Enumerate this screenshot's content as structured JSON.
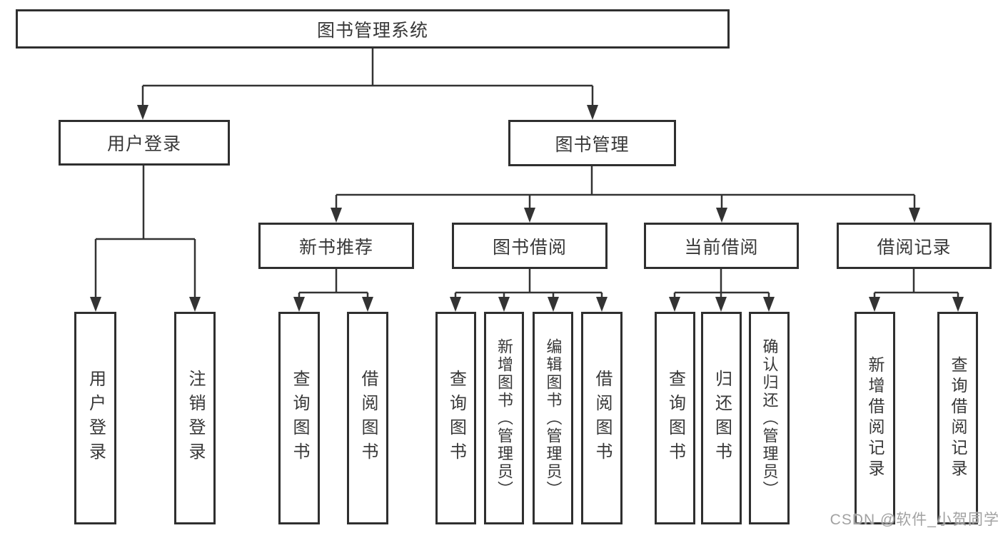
{
  "tree": {
    "label": "图书管理系统",
    "children": [
      {
        "label": "用户登录",
        "children": [
          {
            "label": "用户登录"
          },
          {
            "label": "注销登录"
          }
        ]
      },
      {
        "label": "图书管理",
        "children": [
          {
            "label": "新书推荐",
            "children": [
              {
                "label": "查询图书"
              },
              {
                "label": "借阅图书"
              }
            ]
          },
          {
            "label": "图书借阅",
            "children": [
              {
                "label": "查询图书"
              },
              {
                "label": "新增图书（管理员）"
              },
              {
                "label": "编辑图书（管理员）"
              },
              {
                "label": "借阅图书"
              }
            ]
          },
          {
            "label": "当前借阅",
            "children": [
              {
                "label": "查询图书"
              },
              {
                "label": "归还图书"
              },
              {
                "label": "确认归还（管理员）"
              }
            ]
          },
          {
            "label": "借阅记录",
            "children": [
              {
                "label": "新增借阅记录"
              },
              {
                "label": "查询借阅记录"
              }
            ]
          }
        ]
      }
    ]
  },
  "watermark": "CSDN @软件_小贺同学",
  "colors": {
    "line": "#333333",
    "border": "#2f2f2f",
    "text": "#383838",
    "watermark": "#a2a2a2",
    "background": "#ffffff"
  }
}
